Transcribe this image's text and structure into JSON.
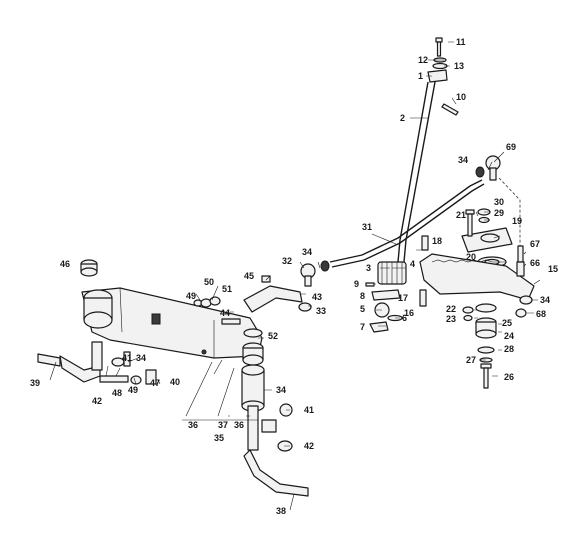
{
  "labels": [
    "1",
    "2",
    "3",
    "4",
    "5",
    "6",
    "7",
    "8",
    "9",
    "10",
    "11",
    "12",
    "13",
    "15",
    "16",
    "17",
    "18",
    "19",
    "20",
    "21",
    "22",
    "23",
    "24",
    "25",
    "26",
    "27",
    "28",
    "29",
    "30",
    "31",
    "32",
    "33",
    "34",
    "35",
    "36",
    "37",
    "38",
    "39",
    "40",
    "41",
    "42",
    "44",
    "45",
    "46",
    "47",
    "48",
    "49",
    "50",
    "51",
    "52",
    "66",
    "67",
    "68",
    "69",
    "43"
  ]
}
